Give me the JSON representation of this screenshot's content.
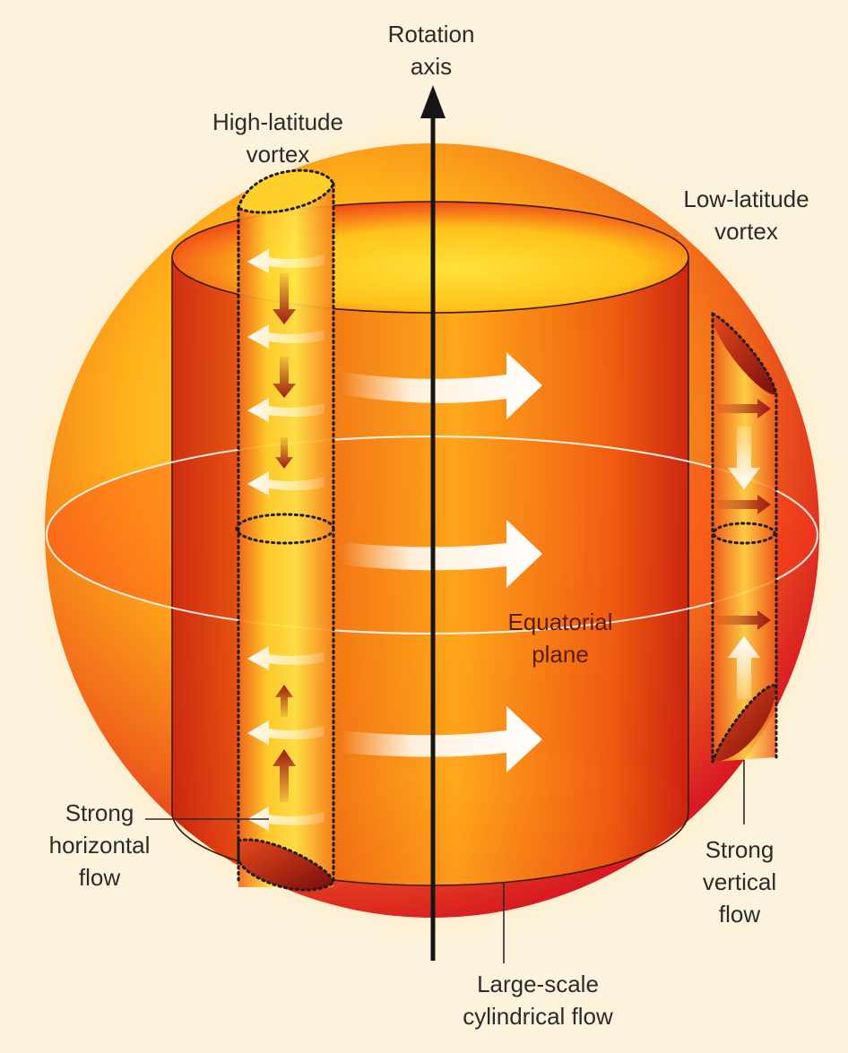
{
  "labels": {
    "rotation_axis": [
      "Rotation",
      "axis"
    ],
    "high_latitude_vortex": [
      "High-latitude",
      "vortex"
    ],
    "low_latitude_vortex": [
      "Low-latitude",
      "vortex"
    ],
    "equatorial_plane": [
      "Equatorial",
      "plane"
    ],
    "strong_horizontal_flow": [
      "Strong",
      "horizontal",
      "flow"
    ],
    "strong_vertical_flow": [
      "Strong",
      "vertical",
      "flow"
    ],
    "large_scale_cylindrical_flow": [
      "Large-scale",
      "cylindrical flow"
    ]
  },
  "colors": {
    "background": "#fdf3dd",
    "sphere_core": "#ffd23a",
    "sphere_edge": "#d81b22",
    "cylinder": "#e8430f",
    "vortex": "#ffe03a",
    "arrow_dark": "#9c1c14",
    "arrow_light": "#ffffff"
  }
}
